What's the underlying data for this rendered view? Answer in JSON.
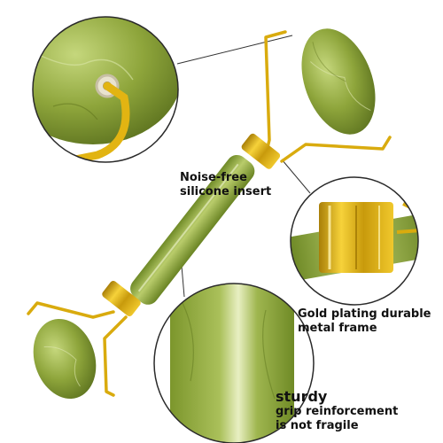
{
  "callouts": {
    "silicone": {
      "lines": [
        "Noise-free",
        "silicone insert"
      ]
    },
    "frame": {
      "lines": [
        "Gold plating durable",
        "metal frame"
      ]
    },
    "grip": {
      "title": "sturdy",
      "lines": [
        "grip reinforcement",
        "is not fragile"
      ]
    }
  },
  "colors": {
    "jade": "#8ea53b",
    "jade_dark": "#6a7f26",
    "jade_light": "#b7c96a",
    "gold": "#e2b412",
    "gold_dark": "#a97f08",
    "leader_line": "#333333"
  }
}
